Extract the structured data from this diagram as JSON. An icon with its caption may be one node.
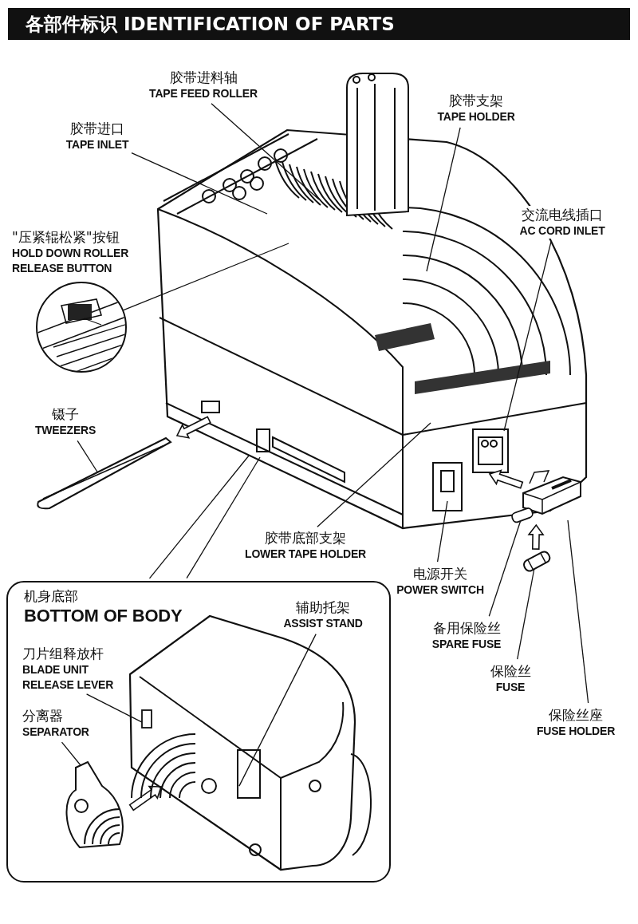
{
  "diagram": {
    "title": "各部件标识 IDENTIFICATION OF PARTS",
    "nodes": [
      {
        "text": [
          "胶带进料轴",
          "TAPE FEED ROLLER"
        ]
      },
      {
        "text": [
          "胶带进口",
          "TAPE INLET"
        ]
      },
      {
        "text": [
          "胶带支架",
          "TAPE HOLDER"
        ]
      },
      {
        "text": [
          "交流电线插口",
          "AC CORD INLET"
        ]
      },
      {
        "text": [],
        "shape": "circle",
        "beside": [
          "\"压紧辊松紧\"按钮",
          "HOLD DOWN ROLLER RELEASE BUTTON"
        ]
      },
      {
        "text": [
          "镊子",
          "TWEEZERS"
        ]
      },
      {
        "text": [],
        "shape": "picture"
      },
      {
        "text": [
          "胶带底部支架",
          "LOWER TAPE HOLDER"
        ]
      },
      {
        "text": [
          "电源开关",
          "POWER SWITCH"
        ]
      },
      {
        "text": [
          "备用保险丝",
          "SPARE FUSE"
        ]
      },
      {
        "text": [
          "保险丝",
          "FUSE"
        ]
      },
      {
        "text": [
          "保险丝座",
          "FUSE HOLDER"
        ]
      },
      {
        "text": [],
        "shape": "picture"
      },
      {
        "text": [],
        "shape": "picture"
      },
      {
        "text": [
          "机身底部",
          "BOTTOM OF BODY"
        ]
      },
      {
        "text": [
          "辅助托架",
          "ASSIST STAND"
        ],
        "in": 14
      },
      {
        "text": [
          "刀片组释放杆",
          "BLADE UNIT RELEASE LEVER"
        ],
        "in": 14
      },
      {
        "text": [
          "分离器",
          "SEPARATOR"
        ],
        "in": 14
      },
      {
        "text": [],
        "shape": "picture",
        "in": 14
      },
      {
        "text": [],
        "shape": "picture",
        "in": 14
      }
    ],
    "edges": [
      {
        "from": 0,
        "to": null,
        "arrow": "none"
      },
      {
        "from": 1,
        "to": null,
        "arrow": "none"
      },
      {
        "from": 2,
        "to": null,
        "arrow": "none"
      },
      {
        "from": 3,
        "to": null,
        "arrow": "none"
      },
      {
        "from": 4,
        "to": null,
        "arrow": "none"
      },
      {
        "from": 5,
        "to": 6,
        "arrow": "none"
      },
      {
        "from": 7,
        "to": null,
        "arrow": "none"
      },
      {
        "from": 8,
        "to": null,
        "arrow": "none"
      },
      {
        "from": 9,
        "to": 13,
        "arrow": "none"
      },
      {
        "from": 10,
        "to": 12,
        "arrow": "none"
      },
      {
        "from": 11,
        "to": 13,
        "arrow": "none"
      },
      {
        "from": 14,
        "to": null,
        "arrow": "none"
      },
      {
        "from": 14,
        "to": null,
        "arrow": "none"
      },
      {
        "from": 15,
        "to": 18,
        "arrow": "none"
      },
      {
        "from": 16,
        "to": 18,
        "arrow": "none"
      },
      {
        "from": 17,
        "to": 19,
        "arrow": "none"
      },
      {
        "from": 12,
        "to": 13,
        "arrow": "to"
      }
    ]
  }
}
